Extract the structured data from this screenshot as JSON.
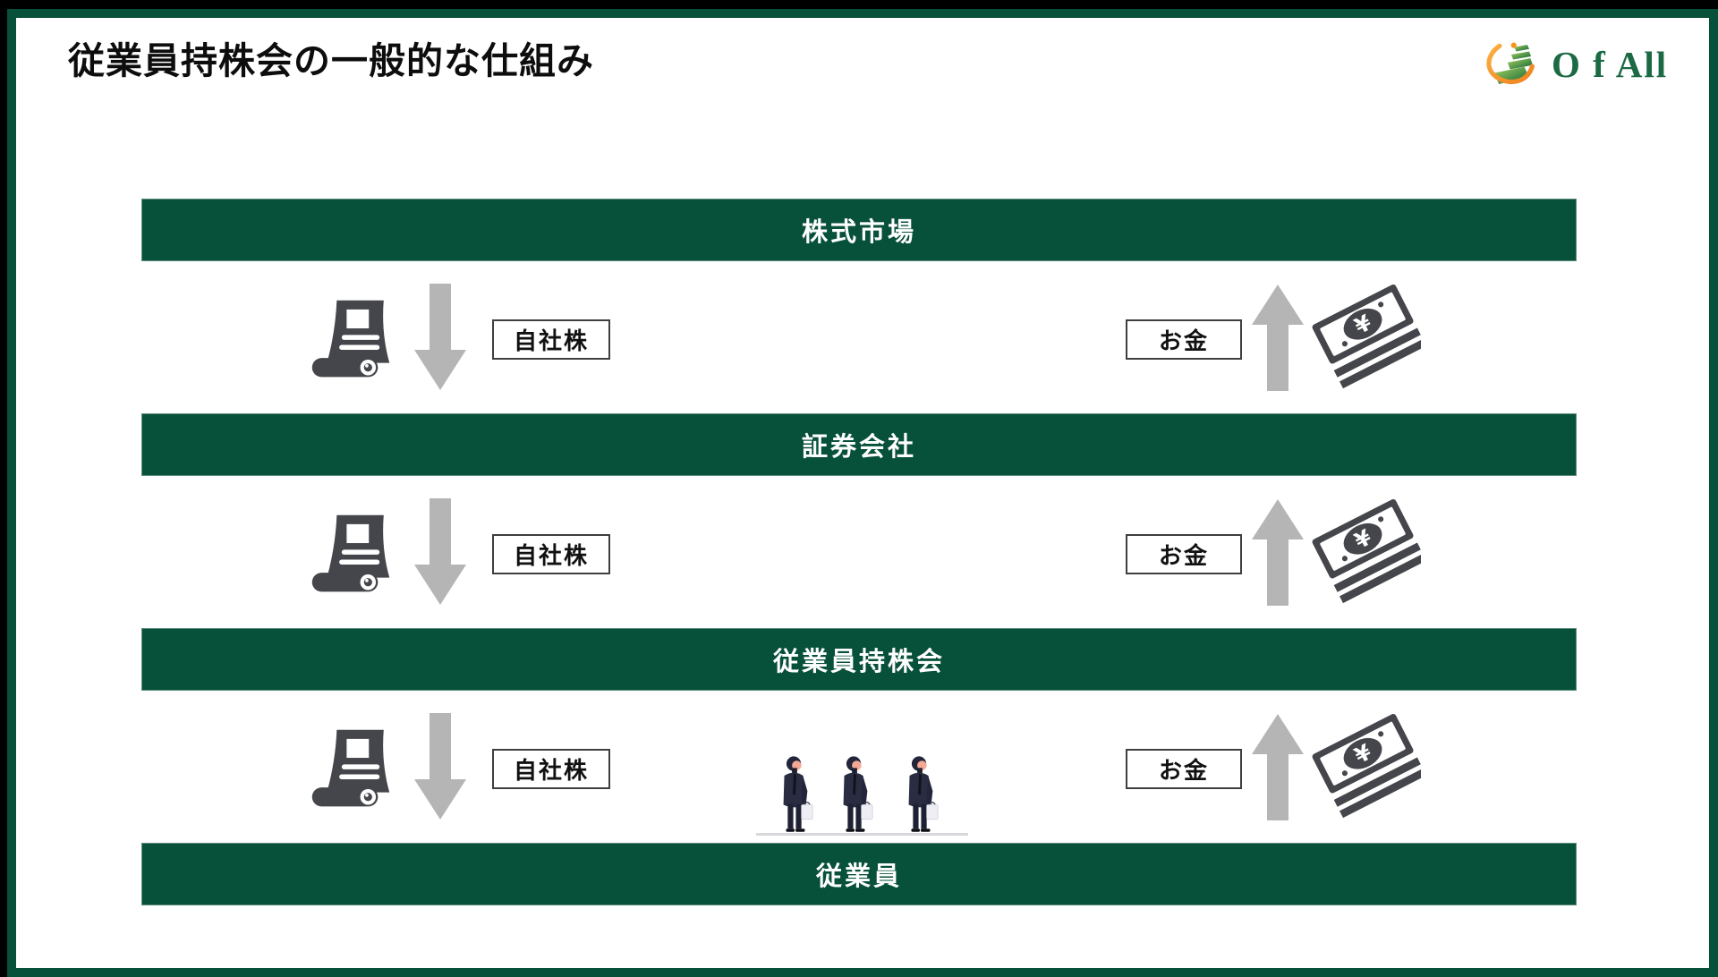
{
  "slide": {
    "title": "従業員持株会の一般的な仕組み",
    "logo_text": "O f All"
  },
  "diagram": {
    "bands": [
      {
        "label": "株式市場"
      },
      {
        "label": "証券会社"
      },
      {
        "label": "従業員持株会"
      },
      {
        "label": "従業員"
      }
    ],
    "flows": [
      {
        "stock_label": "自社株",
        "money_label": "お金"
      },
      {
        "stock_label": "自社株",
        "money_label": "お金"
      },
      {
        "stock_label": "自社株",
        "money_label": "お金"
      }
    ],
    "icons": {
      "stock_certificate": "scroll-document-glyph",
      "money_stack": "banknote-stack-with-yen-glyph",
      "down_arrow": "gray-down-arrow",
      "up_arrow": "gray-up-arrow",
      "employees": "three-businesspeople-illustration",
      "logo": "green-steps-with-orange-swoosh"
    },
    "colors": {
      "band_green": "#07503a",
      "frame_green": "#07503a",
      "arrow_gray": "#b5b5b5",
      "icon_gray": "#45464b",
      "logo_green": "#1b6a44",
      "logo_orange": "#f7941d",
      "suit_navy": "#2a2d42"
    }
  }
}
